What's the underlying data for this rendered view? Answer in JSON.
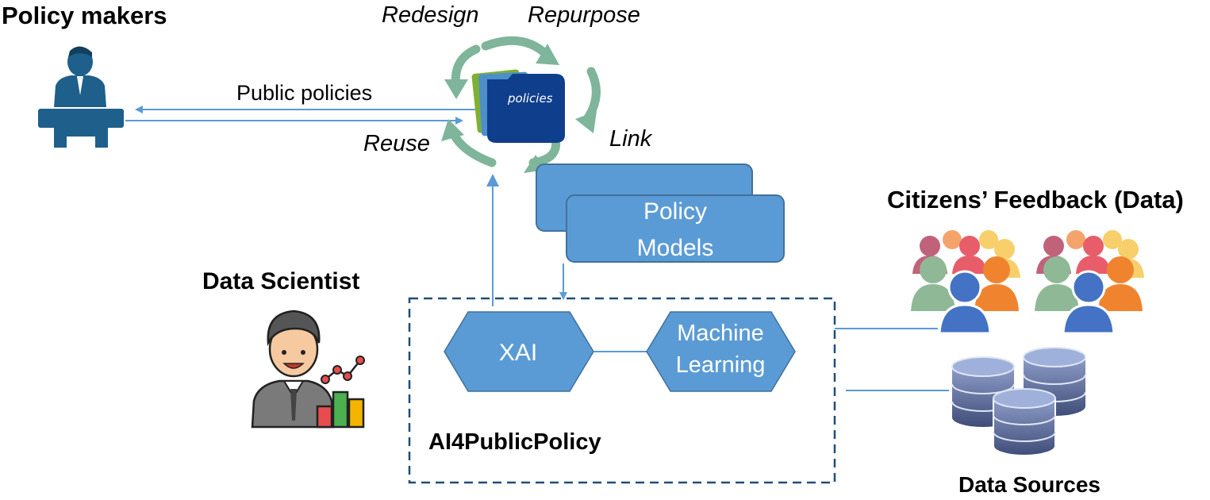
{
  "actors": {
    "policy_makers": "Policy makers",
    "data_scientist": "Data Scientist",
    "citizens_feedback": "Citizens’ Feedback (Data)",
    "data_sources": "Data Sources"
  },
  "cycle": {
    "redesign": "Redesign",
    "repurpose": "Repurpose",
    "reuse": "Reuse",
    "link": "Link",
    "folder_label": "policies"
  },
  "flows": {
    "public_policies": "Public policies"
  },
  "policy_models": {
    "line1": "Policy",
    "line2": "Models"
  },
  "platform": {
    "name": "AI4PublicPolicy",
    "xai": "XAI",
    "ml_line1": "Machine",
    "ml_line2": "Learning"
  },
  "colors": {
    "flow_blue": "#5b9bd5",
    "box_blue": "#5b9bd5",
    "box_border": "#41719c",
    "dark_navy": "#1f4e79",
    "person_navy": "#1f5f8b",
    "cycle_green": "#7fb59a"
  },
  "icons": [
    "presenter-icon",
    "policy-folder-icon",
    "data-scientist-icon",
    "crowd-icon",
    "database-icon"
  ]
}
